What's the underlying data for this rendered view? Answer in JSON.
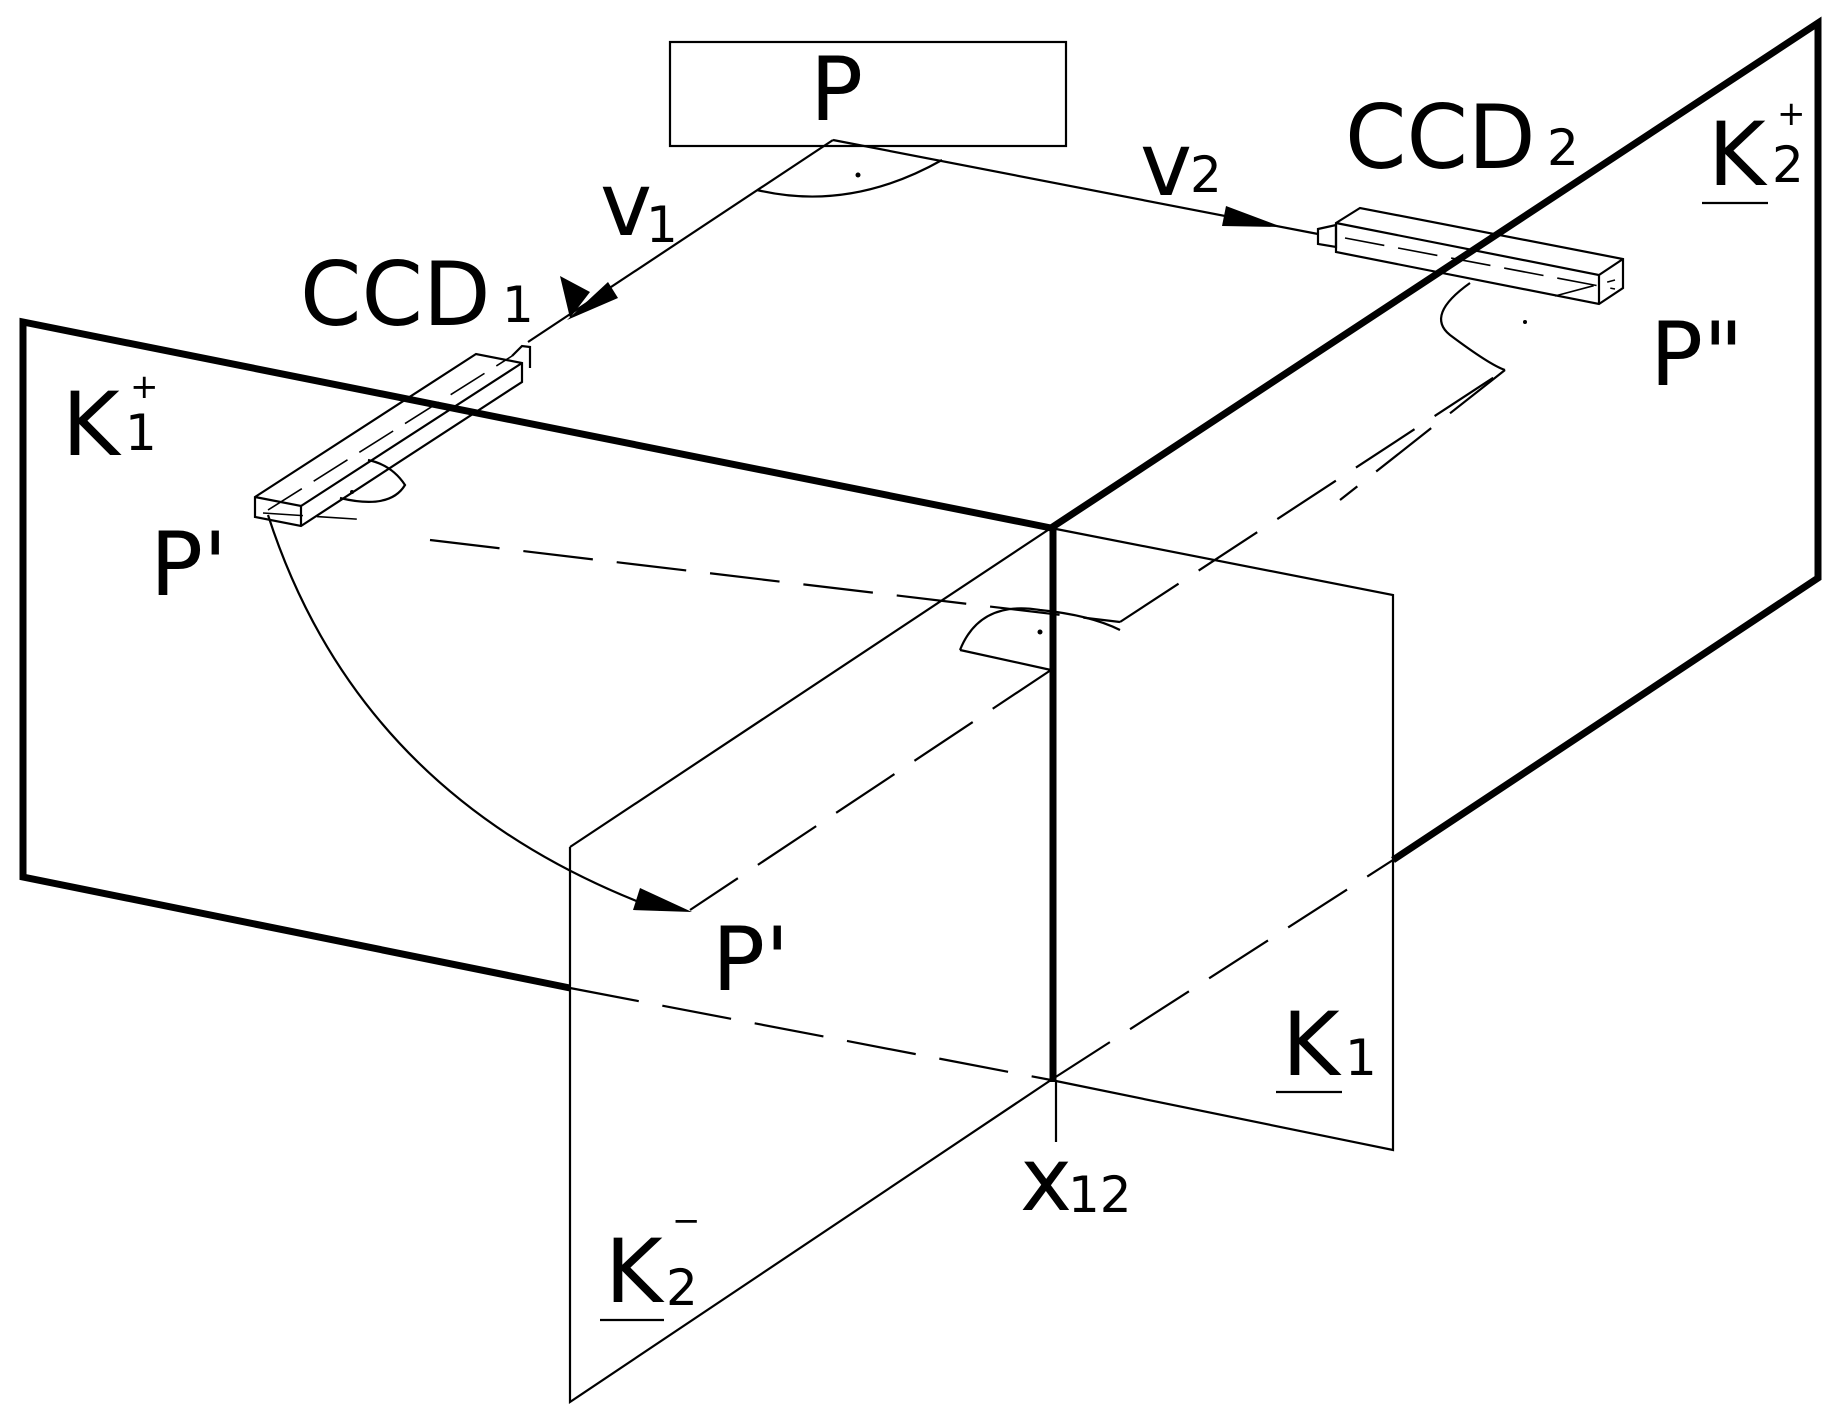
{
  "labels": {
    "p_top": "P",
    "v1": "v",
    "v1_sub": "1",
    "v2": "v",
    "v2_sub": "2",
    "ccd1": "CCD",
    "ccd1_sub": "1",
    "ccd2": "CCD",
    "ccd2_sub": "2",
    "k1_plus": "K",
    "k1_plus_sub": "1",
    "k1_plus_sup": "+",
    "k2_plus": "K",
    "k2_plus_sub": "2",
    "k2_plus_sup": "+",
    "p_prime_upper": "P'",
    "p_prime_lower": "P'",
    "p_double_prime": "P\"",
    "k1_bottom": "K",
    "k1_bottom_sub": "1",
    "k2_minus": "K",
    "k2_minus_sub": "2",
    "k2_minus_sup": "−",
    "x12": "x",
    "x12_sub": "12"
  }
}
